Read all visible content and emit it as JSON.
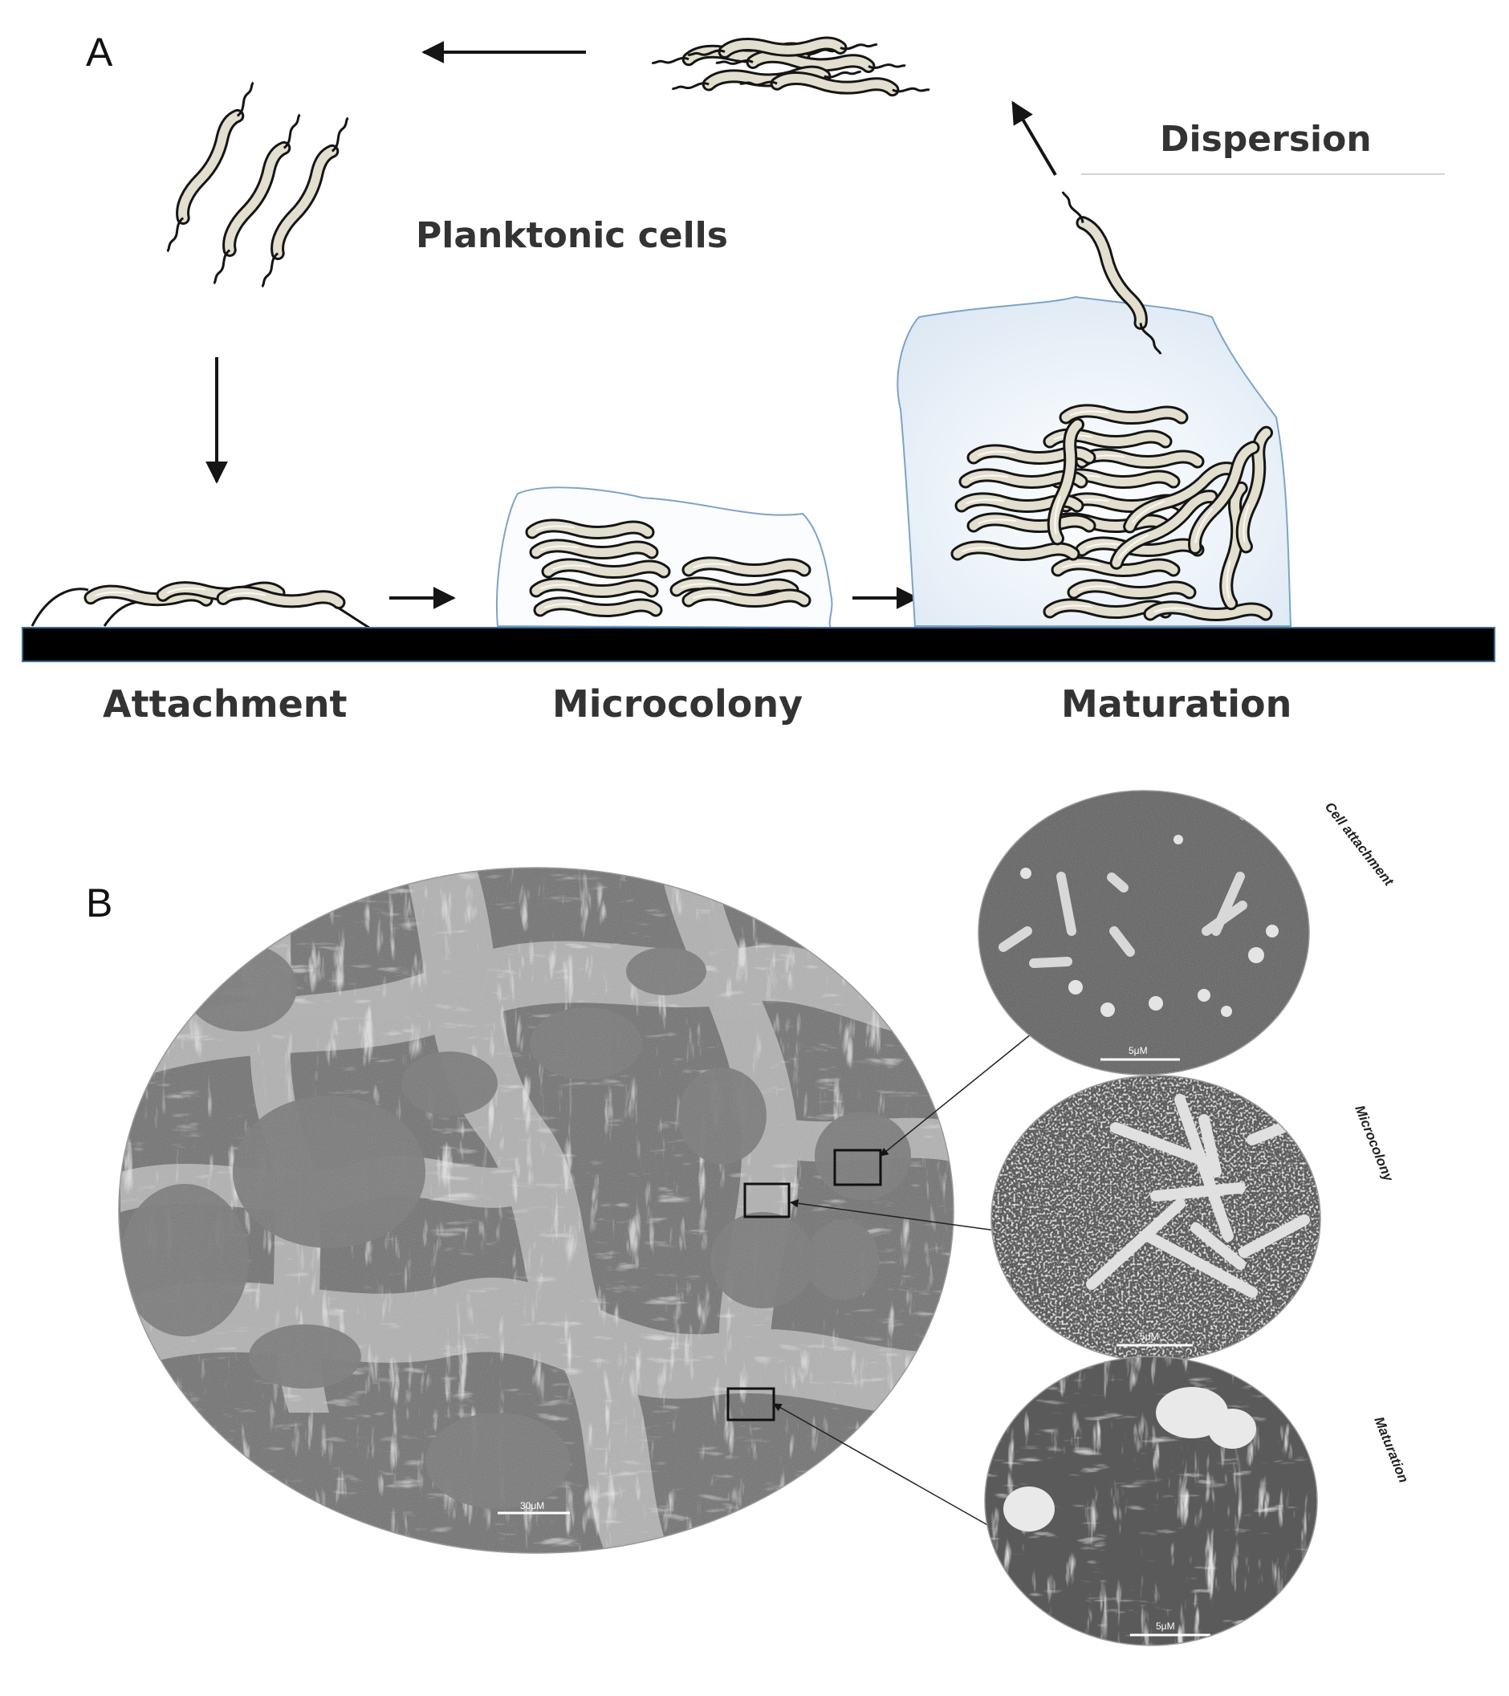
{
  "panel_a": {
    "letter": "A",
    "planktonic_label": "Planktonic cells",
    "dispersion_label": "Dispersion",
    "stages": {
      "attachment": "Attachment",
      "microcolony": "Microcolony",
      "maturation": "Maturation"
    }
  },
  "panel_b": {
    "letter": "B",
    "main_scale": "30μM",
    "insets": {
      "cell_attachment": {
        "label": "Cell attachment",
        "scale": "5μM"
      },
      "microcolony": {
        "label": "Microcolony",
        "scale": "5μM"
      },
      "maturation": {
        "label": "Maturation",
        "scale": "5μM"
      }
    }
  },
  "colors": {
    "cell_fill": "#e3dfcf",
    "cell_outline": "#151515",
    "matrix_outline": "#7ea3c6",
    "matrix_fill": "#e8f0f8",
    "substrate": "#000000",
    "sem_background": "#707070",
    "sem_network": "#dcdcdc"
  }
}
